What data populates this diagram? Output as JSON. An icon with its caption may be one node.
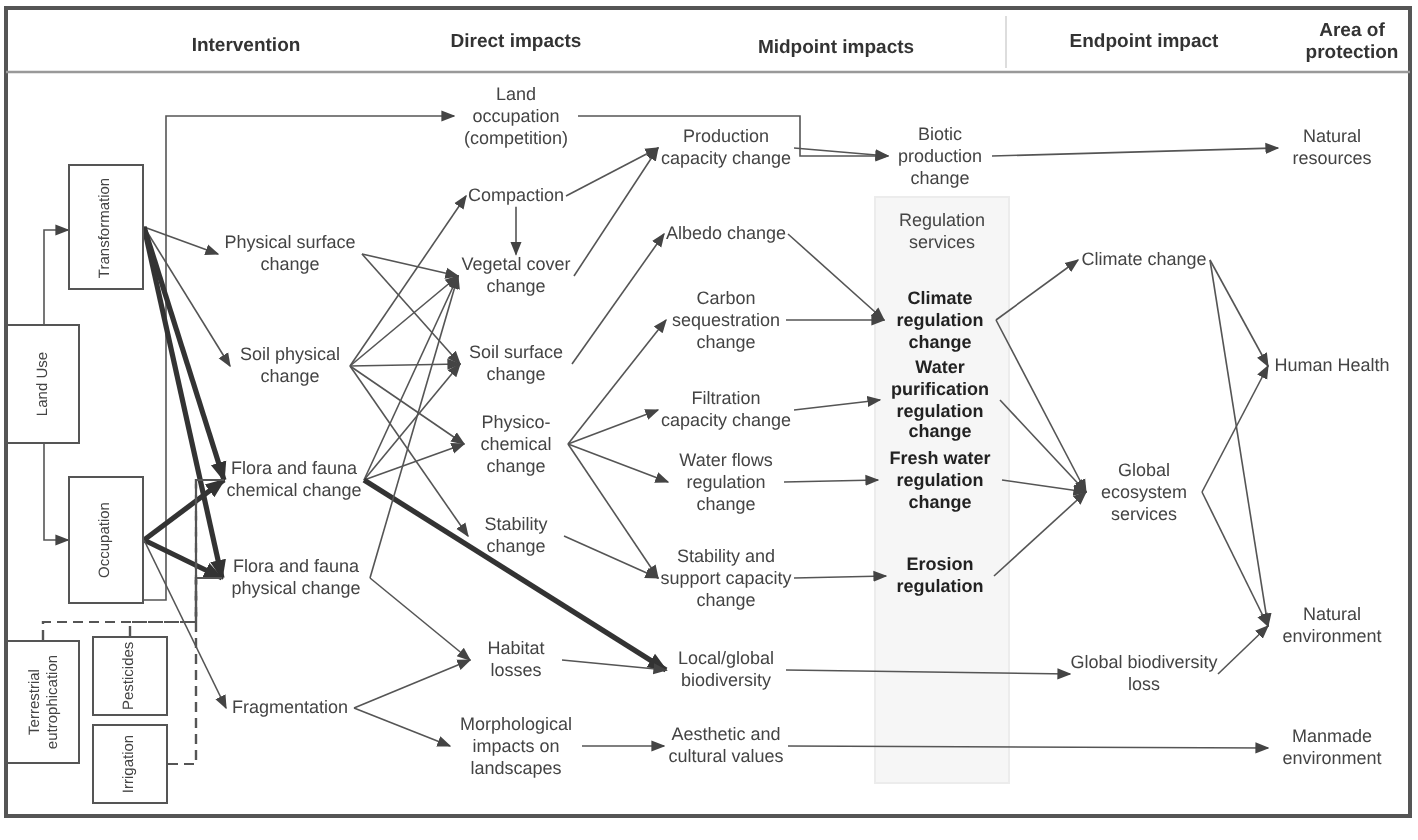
{
  "diagram": {
    "nodes": [
      {
        "text": [
          "Land Use"
        ]
      },
      {
        "text": [
          "Transformation"
        ]
      },
      {
        "text": [
          "Occupation"
        ]
      },
      {
        "text": [
          "Terrestrial eutrophication"
        ]
      },
      {
        "text": [
          "Pesticides"
        ]
      },
      {
        "text": [
          "Irrigation"
        ]
      },
      {
        "text": [
          "Physical surface change"
        ]
      },
      {
        "text": [
          "Soil physical change"
        ]
      },
      {
        "text": [
          "Flora and fauna chemical change"
        ]
      },
      {
        "text": [
          "Flora and fauna physical change"
        ]
      },
      {
        "text": [
          "Fragmentation"
        ]
      },
      {
        "text": [
          "Land occupation (competition)"
        ]
      },
      {
        "text": [
          "Compaction"
        ]
      },
      {
        "text": [
          "Vegetal cover change"
        ]
      },
      {
        "text": [
          "Soil surface change"
        ]
      },
      {
        "text": [
          "Physico-chemical change"
        ]
      },
      {
        "text": [
          "Stability change"
        ]
      },
      {
        "text": [
          "Habitat losses"
        ]
      },
      {
        "text": [
          "Morphological impacts on landscapes"
        ]
      },
      {
        "text": [
          "Production capacity change"
        ]
      },
      {
        "text": [
          "Albedo change"
        ]
      },
      {
        "text": [
          "Carbon sequestration change"
        ]
      },
      {
        "text": [
          "Filtration capacity change"
        ]
      },
      {
        "text": [
          "Water flows regulation change"
        ]
      },
      {
        "text": [
          "Stability and support capacity change"
        ]
      },
      {
        "text": [
          "Local/global biodiversity"
        ]
      },
      {
        "text": [
          "Aesthetic and cultural values"
        ]
      },
      {
        "text": [
          "Biotic production change"
        ]
      },
      {
        "text": [
          "Regulation services"
        ]
      },
      {
        "text": [
          "Climate regulation change"
        ],
        "in": 28
      },
      {
        "text": [
          "Water purification regulation change"
        ],
        "in": 28
      },
      {
        "text": [
          "Fresh water regulation change"
        ],
        "in": 28
      },
      {
        "text": [
          "Erosion regulation"
        ],
        "in": 28
      },
      {
        "text": [
          "Climate change"
        ]
      },
      {
        "text": [
          "Global ecosystem services"
        ]
      },
      {
        "text": [
          "Global biodiversity loss"
        ]
      },
      {
        "text": [
          "Natural resources"
        ]
      },
      {
        "text": [
          "Human Health"
        ]
      },
      {
        "text": [
          "Natural environment"
        ]
      },
      {
        "text": [
          "Manmade environment"
        ]
      }
    ],
    "edges": [
      {
        "from": 0,
        "to": 1,
        "arrow": "to"
      },
      {
        "from": 0,
        "to": 2,
        "arrow": "to"
      },
      {
        "from": 2,
        "to": 11,
        "arrow": "to"
      },
      {
        "from": 1,
        "to": 6,
        "arrow": "to"
      },
      {
        "from": 1,
        "to": 7,
        "arrow": "to"
      },
      {
        "from": 1,
        "to": 8,
        "arrow": "to",
        "style": "thick"
      },
      {
        "from": 1,
        "to": 9,
        "arrow": "to",
        "style": "thick"
      },
      {
        "from": 2,
        "to": 8,
        "arrow": "to",
        "style": "thick"
      },
      {
        "from": 2,
        "to": 9,
        "arrow": "to",
        "style": "thick"
      },
      {
        "from": 2,
        "to": 10,
        "arrow": "to"
      },
      {
        "from": 6,
        "to": 13,
        "arrow": "to"
      },
      {
        "from": 6,
        "to": 14,
        "arrow": "to"
      },
      {
        "from": 7,
        "to": 12,
        "arrow": "to"
      },
      {
        "from": 7,
        "to": 13,
        "arrow": "to"
      },
      {
        "from": 7,
        "to": 14,
        "arrow": "to"
      },
      {
        "from": 7,
        "to": 15,
        "arrow": "to"
      },
      {
        "from": 7,
        "to": 16,
        "arrow": "to"
      },
      {
        "from": 8,
        "to": 13,
        "arrow": "to"
      },
      {
        "from": 8,
        "to": 14,
        "arrow": "to"
      },
      {
        "from": 8,
        "to": 15,
        "arrow": "to"
      },
      {
        "from": 8,
        "to": 25,
        "arrow": "to",
        "style": "thick"
      },
      {
        "from": 9,
        "to": 13,
        "arrow": "to"
      },
      {
        "from": 9,
        "to": 17,
        "arrow": "to"
      },
      {
        "from": 10,
        "to": 17,
        "arrow": "to"
      },
      {
        "from": 10,
        "to": 18,
        "arrow": "to"
      },
      {
        "from": 12,
        "to": 13,
        "arrow": "to"
      },
      {
        "from": 12,
        "to": 19,
        "arrow": "to"
      },
      {
        "from": 13,
        "to": 19,
        "arrow": "to"
      },
      {
        "from": 14,
        "to": 20,
        "arrow": "to"
      },
      {
        "from": 15,
        "to": 21,
        "arrow": "to"
      },
      {
        "from": 15,
        "to": 22,
        "arrow": "to"
      },
      {
        "from": 15,
        "to": 23,
        "arrow": "to"
      },
      {
        "from": 15,
        "to": 24,
        "arrow": "to"
      },
      {
        "from": 16,
        "to": 24,
        "arrow": "to"
      },
      {
        "from": 17,
        "to": 25,
        "arrow": "to"
      },
      {
        "from": 18,
        "to": 26,
        "arrow": "to"
      },
      {
        "from": 11,
        "to": 27,
        "arrow": "to"
      },
      {
        "from": 19,
        "to": 27,
        "arrow": "to"
      },
      {
        "from": 20,
        "to": 29,
        "arrow": "to"
      },
      {
        "from": 21,
        "to": 29,
        "arrow": "to"
      },
      {
        "from": 22,
        "to": 30,
        "arrow": "to"
      },
      {
        "from": 23,
        "to": 31,
        "arrow": "to"
      },
      {
        "from": 24,
        "to": 32,
        "arrow": "to"
      },
      {
        "from": 25,
        "to": 35,
        "arrow": "to"
      },
      {
        "from": 26,
        "to": 39,
        "arrow": "to"
      },
      {
        "from": 27,
        "to": 36,
        "arrow": "to"
      },
      {
        "from": 29,
        "to": 33,
        "arrow": "to"
      },
      {
        "from": 29,
        "to": 34,
        "arrow": "to"
      },
      {
        "from": 30,
        "to": 34,
        "arrow": "to"
      },
      {
        "from": 31,
        "to": 34,
        "arrow": "to"
      },
      {
        "from": 32,
        "to": 34,
        "arrow": "to"
      },
      {
        "from": 33,
        "to": 37,
        "arrow": "to"
      },
      {
        "from": 33,
        "to": 38,
        "arrow": "to"
      },
      {
        "from": 34,
        "to": 37,
        "arrow": "to"
      },
      {
        "from": 34,
        "to": 38,
        "arrow": "to"
      },
      {
        "from": 35,
        "to": 38,
        "arrow": "to"
      },
      {
        "from": 3,
        "to": 8,
        "arrow": "none",
        "style": "dashed"
      },
      {
        "from": 3,
        "to": 9,
        "arrow": "none",
        "style": "dashed"
      },
      {
        "from": 4,
        "to": 8,
        "arrow": "none",
        "style": "dashed"
      },
      {
        "from": 4,
        "to": 9,
        "arrow": "none",
        "style": "dashed"
      },
      {
        "from": 5,
        "to": 8,
        "arrow": "none",
        "style": "dashed"
      },
      {
        "from": 5,
        "to": 9,
        "arrow": "none",
        "style": "dashed"
      }
    ],
    "labels": [
      "Intervention",
      "Direct impacts",
      "Midpoint impacts",
      "Endpoint impact",
      "Area of protection"
    ]
  }
}
